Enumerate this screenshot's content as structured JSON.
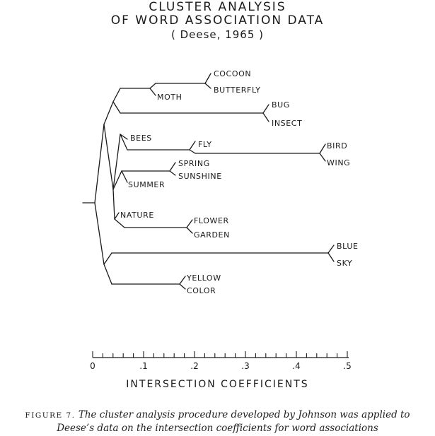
{
  "title": {
    "line1": "CLUSTER ANALYSIS",
    "line2": "OF WORD ASSOCIATION DATA",
    "line3": "( Deese, 1965 )"
  },
  "axis": {
    "label": "INTERSECTION COEFFICIENTS",
    "ticks": [
      "0",
      ".1",
      ".2",
      ".3",
      ".4",
      ".5"
    ]
  },
  "leaves": {
    "cocoon": "COCOON",
    "butterfly": "BUTTERFLY",
    "moth": "MOTH",
    "bug": "BUG",
    "insect": "INSECT",
    "bees": "BEES",
    "fly": "FLY",
    "bird": "BIRD",
    "wing": "WING",
    "spring": "SPRING",
    "sunshine": "SUNSHINE",
    "summer": "SUMMER",
    "nature": "NATURE",
    "flower": "FLOWER",
    "garden": "GARDEN",
    "blue": "BLUE",
    "sky": "SKY",
    "yellow": "YELLOW",
    "color": "COLOR"
  },
  "caption": {
    "figure": "FIGURE 7.",
    "line1": "The cluster analysis procedure developed by Johnson was applied to",
    "line2": "Deese’s data on the intersection coefficients for word associations"
  }
}
